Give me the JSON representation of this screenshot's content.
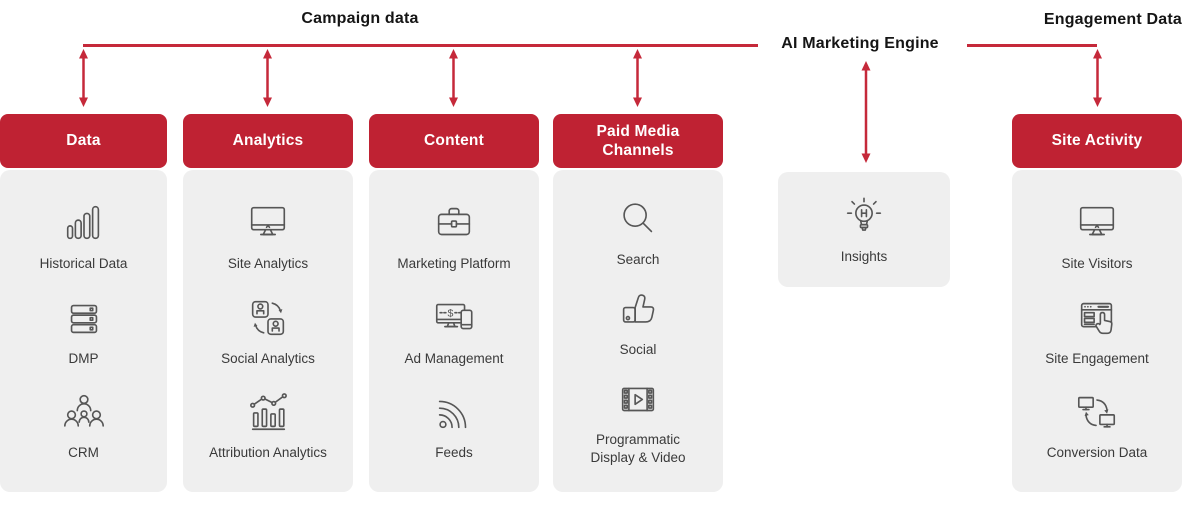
{
  "titles": {
    "campaign": "Campaign data",
    "engine": "AI Marketing Engine",
    "engagement": "Engagement Data"
  },
  "colors": {
    "header_red": "#bf2233",
    "arrow_red": "#c5293a",
    "panel_grey": "#efefef",
    "icon_stroke": "#565656",
    "title_text": "#151515",
    "label_text": "#3a3a3a"
  },
  "columns": [
    {
      "header": "Data",
      "items": [
        {
          "label": "Historical Data",
          "icon": "bar-chart-icon"
        },
        {
          "label": "DMP",
          "icon": "servers-icon"
        },
        {
          "label": "CRM",
          "icon": "people-group-icon"
        }
      ]
    },
    {
      "header": "Analytics",
      "items": [
        {
          "label": "Site Analytics",
          "icon": "monitor-icon"
        },
        {
          "label": "Social Analytics",
          "icon": "user-swap-icon"
        },
        {
          "label": "Attribution Analytics",
          "icon": "attribution-chart-icon"
        }
      ]
    },
    {
      "header": "Content",
      "items": [
        {
          "label": "Marketing Platform",
          "icon": "briefcase-icon"
        },
        {
          "label": "Ad Management",
          "icon": "ad-devices-icon"
        },
        {
          "label": "Feeds",
          "icon": "rss-icon"
        }
      ]
    },
    {
      "header": "Paid Media\nChannels",
      "items": [
        {
          "label": "Search",
          "icon": "magnifier-icon"
        },
        {
          "label": "Social",
          "icon": "thumbs-up-icon"
        },
        {
          "label": "Programmatic\nDisplay & Video",
          "icon": "film-play-icon"
        }
      ]
    },
    {
      "header": "Site Activity",
      "items": [
        {
          "label": "Site Visitors",
          "icon": "monitor-icon"
        },
        {
          "label": "Site Engagement",
          "icon": "browser-click-icon"
        },
        {
          "label": "Conversion Data",
          "icon": "devices-sync-icon"
        }
      ]
    }
  ],
  "insights": {
    "label": "Insights",
    "icon": "lightbulb-icon"
  }
}
